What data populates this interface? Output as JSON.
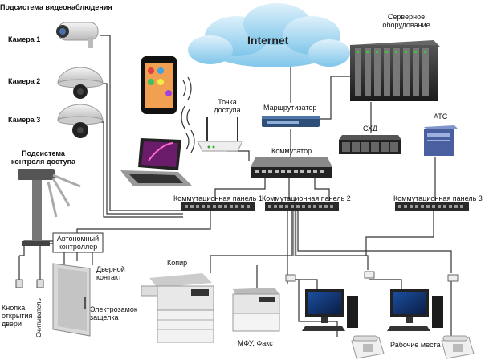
{
  "labels": {
    "video_subsystem": "Подсистема видеонаблюдения",
    "camera1": "Камера 1",
    "camera2": "Камера 2",
    "camera3": "Камера 3",
    "access_subsystem": "Подсистема контроля доступа",
    "internet": "Internet",
    "server_equipment": "Серверное оборудование",
    "access_point": "Точка доступа",
    "router": "Маршрутизатор",
    "switch": "Коммутатор",
    "storage": "СХД",
    "pbx": "АТС",
    "patch_panel1": "Коммутационная панель 1",
    "patch_panel2": "Коммутационная панель 2",
    "patch_panel3": "Коммутационная панель 3",
    "autonomous_controller": "Автономный контроллер",
    "door_contact": "Дверной контакт",
    "copier": "Копир",
    "exit_button": "Кнопка открытия двери",
    "reader": "Считыватель",
    "electric_lock": "Электрозамок защелка",
    "mfp_fax": "МФУ, Факс",
    "workstations": "Рабочие места"
  }
}
